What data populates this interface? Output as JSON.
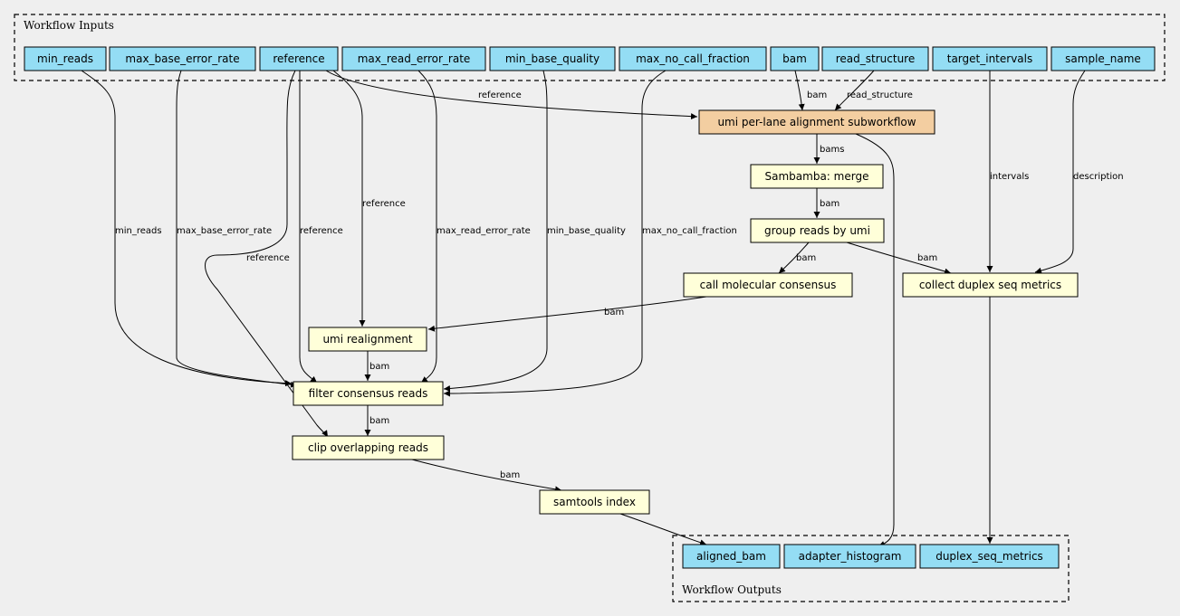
{
  "clusters": {
    "inputs": "Workflow Inputs",
    "outputs": "Workflow Outputs"
  },
  "inputs": {
    "min_reads": "min_reads",
    "max_base_error_rate": "max_base_error_rate",
    "reference": "reference",
    "max_read_error_rate": "max_read_error_rate",
    "min_base_quality": "min_base_quality",
    "max_no_call_fraction": "max_no_call_fraction",
    "bam": "bam",
    "read_structure": "read_structure",
    "target_intervals": "target_intervals",
    "sample_name": "sample_name"
  },
  "steps": {
    "umi_subworkflow": "umi per-lane alignment subworkflow",
    "sambamba_merge": "Sambamba: merge",
    "group_reads": "group reads by umi",
    "call_consensus": "call molecular consensus",
    "collect_metrics": "collect duplex seq metrics",
    "umi_realignment": "umi realignment",
    "filter_consensus": "filter consensus reads",
    "clip_overlapping": "clip overlapping reads",
    "samtools_index": "samtools index"
  },
  "outputs": {
    "aligned_bam": "aligned_bam",
    "adapter_histogram": "adapter_histogram",
    "duplex_seq_metrics": "duplex_seq_metrics"
  },
  "edge_labels": {
    "reference_to_sub": "reference",
    "bam_to_sub": "bam",
    "read_structure_to_sub": "read_structure",
    "bams": "bams",
    "merge_bam": "bam",
    "intervals": "intervals",
    "description": "description",
    "min_reads": "min_reads",
    "max_base_error_rate": "max_base_error_rate",
    "reference_to_filter": "reference",
    "reference_to_clip": "reference",
    "reference_to_realign": "reference",
    "max_read_error_rate": "max_read_error_rate",
    "min_base_quality": "min_base_quality",
    "max_no_call_fraction": "max_no_call_fraction",
    "group_to_consensus": "bam",
    "group_to_metrics": "bam",
    "consensus_to_realign": "bam",
    "realign_to_filter": "bam",
    "filter_to_clip": "bam",
    "clip_to_index": "bam"
  }
}
